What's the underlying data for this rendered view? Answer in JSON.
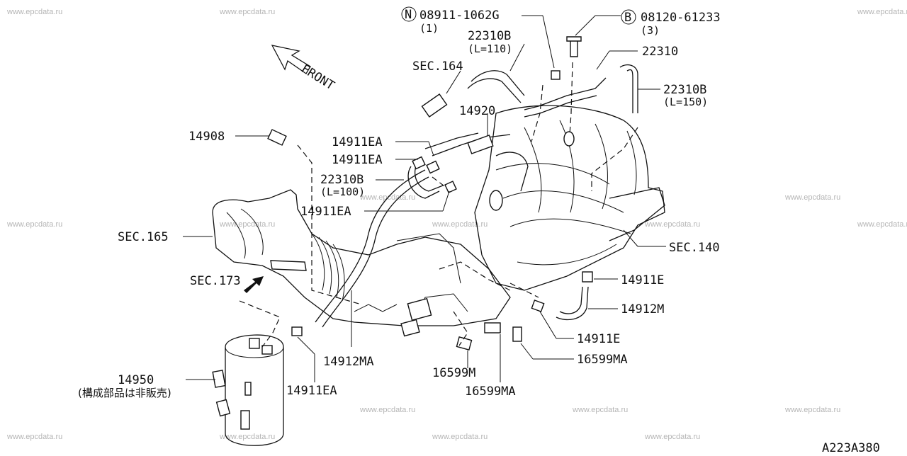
{
  "watermark": "www.epcdata.ru",
  "diagram_id": "A223A380",
  "front_label": "FRONT",
  "callouts": {
    "n_symbol": "N",
    "n_part": "08911-1062G",
    "n_qty": "(1)",
    "b_symbol": "B",
    "b_part": "08120-61233",
    "b_qty": "(3)",
    "p22310b_top": "22310B",
    "p22310b_top_len": "(L=110)",
    "sec164": "SEC.164",
    "p22310": "22310",
    "p22310b_right": "22310B",
    "p22310b_right_len": "(L=150)",
    "p14920": "14920",
    "p14908": "14908",
    "p14911ea_1": "14911EA",
    "p14911ea_2": "14911EA",
    "p22310b_left": "22310B",
    "p22310b_left_len": "(L=100)",
    "p14911ea_3": "14911EA",
    "sec165": "SEC.165",
    "sec140": "SEC.140",
    "sec173": "SEC.173",
    "p14911e_1": "14911E",
    "p14912m": "14912M",
    "p14911e_2": "14911E",
    "p16599ma_1": "16599MA",
    "p14912ma": "14912MA",
    "p16599m": "16599M",
    "p16599ma_2": "16599MA",
    "p14950": "14950",
    "p14950_note": "(構成部品は非販売)",
    "p14911ea_4": "14911EA"
  }
}
